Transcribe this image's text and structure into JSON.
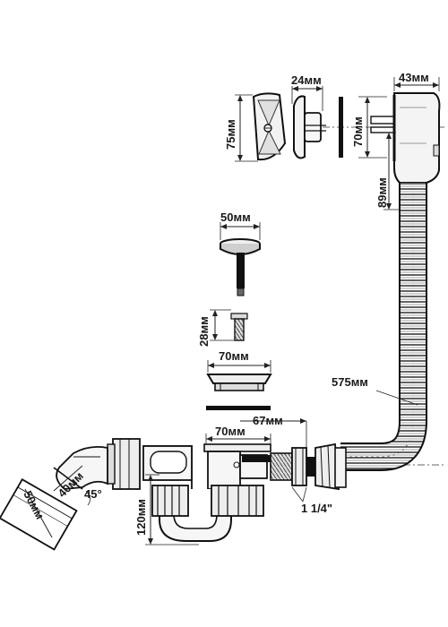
{
  "diagram": {
    "labels": {
      "overflow_cover_height": "75мм",
      "overflow_cover_depth": "24мм",
      "overflow_flange_height": "70мм",
      "overflow_body_depth": "43мм",
      "overflow_body_height": "89мм",
      "plug_diameter": "50мм",
      "screw_length": "28мм",
      "drain_grate_diameter": "70мм",
      "drain_seat_offset": "67мм",
      "drain_body_diameter": "70мм",
      "hose_length": "575мм",
      "outlet_angle_pipe": "40мм",
      "outlet_angle": "45°",
      "outlet_diameter": "50мм",
      "trap_depth": "120мм",
      "thread_size": "1 1/4\""
    }
  }
}
